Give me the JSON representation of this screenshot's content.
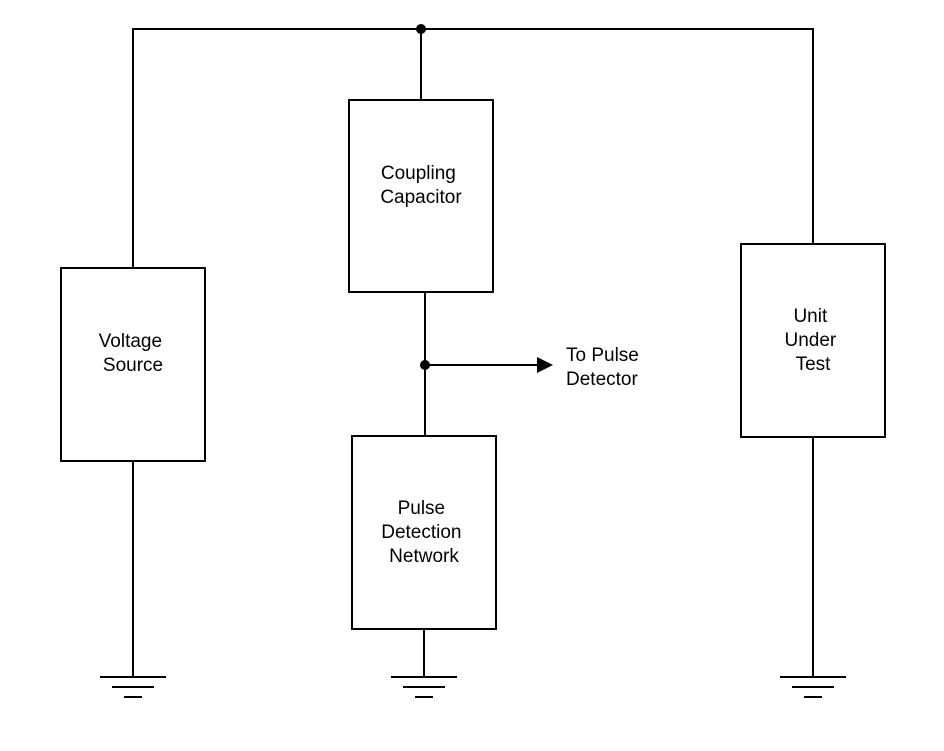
{
  "diagram": {
    "blocks": {
      "voltage_source": {
        "line1": "Voltage",
        "line2": "Source"
      },
      "coupling_capacitor": {
        "line1": "Coupling",
        "line2": "Capacitor"
      },
      "pulse_detection_network": {
        "line1": "Pulse",
        "line2": "Detection",
        "line3": "Network"
      },
      "unit_under_test": {
        "line1": "Unit",
        "line2": "Under",
        "line3": "Test"
      }
    },
    "output": {
      "line1": "To Pulse",
      "line2": "Detector"
    },
    "colors": {
      "line": "#000000",
      "background": "#ffffff"
    }
  }
}
